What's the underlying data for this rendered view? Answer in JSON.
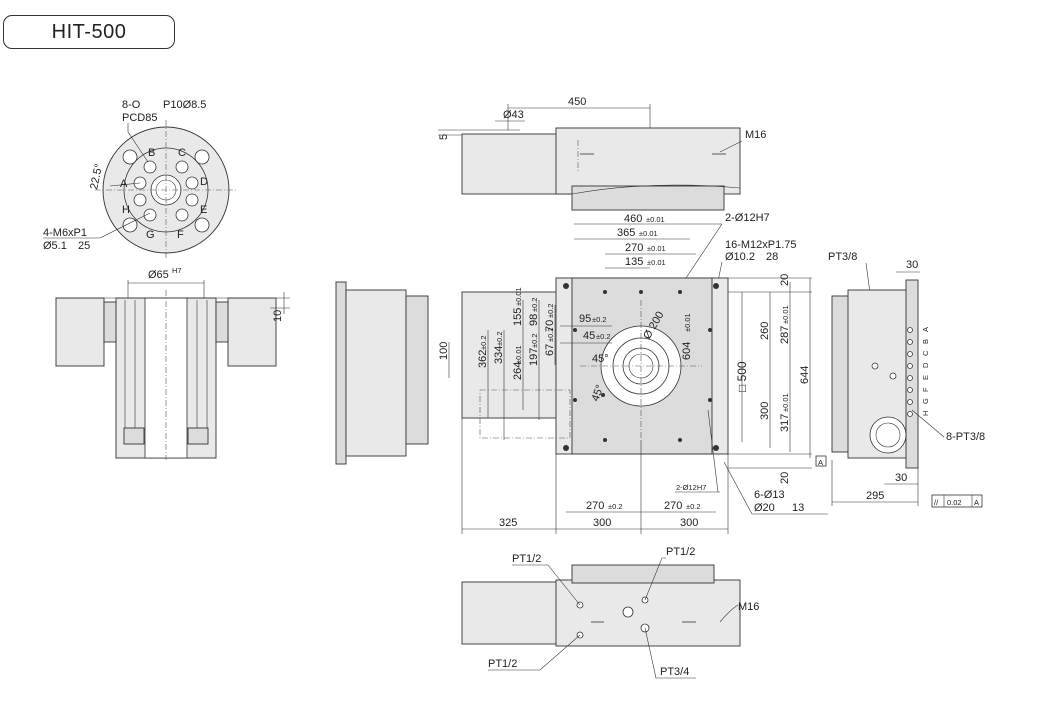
{
  "title": "HIT-500",
  "labels": {
    "holes": "8-O",
    "pitch": "P10Ø8.5",
    "pcd": "PCD85",
    "angle": "22.5°",
    "tap": "4-M6xP1",
    "tap_drill": "Ø5.1",
    "tap_depth": "25",
    "bore": "Ø65",
    "bore_tol": "H7",
    "ten": "10",
    "port_letters": [
      "A",
      "B",
      "C",
      "D",
      "E",
      "F",
      "G",
      "H"
    ],
    "dim_450": "450",
    "dim_d43": "Ø43",
    "dim_5": "5",
    "m16_top": "M16",
    "dim_460": "460",
    "dim_365": "365",
    "dim_270": "270",
    "dim_135": "135",
    "tol_001": "±0.01",
    "pin_top": "2-Ø12H7",
    "tap16": "16-M12xP1.75",
    "tap16_drill": "Ø10.2",
    "tap16_depth": "28",
    "d200": "Ø 200",
    "dim_95": "95",
    "dim_45": "45",
    "tol_02": "±0.2",
    "dim_155": "155",
    "dim_98": "98",
    "dim_70": "70",
    "dim_67": "67",
    "dim_197": "197",
    "dim_264": "264",
    "dim_334": "334",
    "dim_362": "362",
    "dim_100": "100",
    "dim_604": "604",
    "ang45a": "45°",
    "ang45b": "45°",
    "sq500": "□ 500",
    "dim_260": "260",
    "dim_287": "287",
    "dim_300v": "300",
    "dim_317": "317",
    "dim_644": "644",
    "dim_20a": "20",
    "dim_20b": "20",
    "pin_bottom": "2-Ø12H7",
    "holes6": "6-Ø13",
    "holes6_d": "Ø20",
    "holes6_depth": "13",
    "dim_270b": "270",
    "dim_270c": "270",
    "dim_325": "325",
    "dim_300a": "300",
    "dim_300b": "300",
    "pt38": "PT3/8",
    "dim_30a": "30",
    "dim_30b": "30",
    "side_letters": [
      "H",
      "G",
      "F",
      "E",
      "D",
      "C",
      "B",
      "A"
    ],
    "pt8": "8-PT3/8",
    "datum": "A",
    "dim_295": "295",
    "flatness_sym": "//",
    "flatness_val": "0.02",
    "flatness_ref": "A",
    "pt12_a": "PT1/2",
    "pt12_b": "PT1/2",
    "pt12_c": "PT1/2",
    "m16_bottom": "M16",
    "pt34": "PT3/4"
  }
}
